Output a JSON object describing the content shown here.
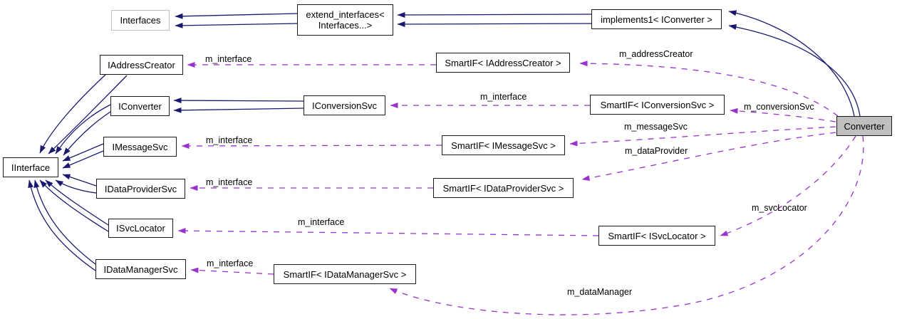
{
  "diagram": {
    "type": "doxygen-collaboration-graph",
    "colors": {
      "inheritance_edge": "#191970",
      "usage_edge": "#9a32cd",
      "node_border": "#1a1a1a",
      "template_node_border": "#bfbfbf",
      "current_node_fill": "#bfbfbf",
      "background": "#ffffff"
    },
    "nodes": {
      "interfaces": "Interfaces",
      "extend_interfaces_line1": "extend_interfaces<",
      "extend_interfaces_line2": "Interfaces...>",
      "implements1": "implements1< IConverter >",
      "iaddresscreator": "IAddressCreator",
      "smartif_iaddresscreator": "SmartIF< IAddressCreator >",
      "iconverter": "IConverter",
      "iconversionsvc": "IConversionSvc",
      "smartif_iconversionsvc": "SmartIF< IConversionSvc >",
      "imessagesvc": "IMessageSvc",
      "smartif_imessagesvc": "SmartIF< IMessageSvc >",
      "iinterface": "IInterface",
      "idataprovidersvc": "IDataProviderSvc",
      "smartif_idataprovidersvc": "SmartIF< IDataProviderSvc >",
      "isvclocator": "ISvcLocator",
      "smartif_isvclocator": "SmartIF< ISvcLocator >",
      "idatamanagersvc": "IDataManagerSvc",
      "smartif_idatamanagersvc": "SmartIF< IDataManagerSvc >",
      "converter": "Converter"
    },
    "edge_labels": {
      "m_interface": "m_interface",
      "m_addressCreator": "m_addressCreator",
      "m_conversionSvc": "m_conversionSvc",
      "m_messageSvc": "m_messageSvc",
      "m_dataProvider": "m_dataProvider",
      "m_svcLocator": "m_svcLocator",
      "m_dataManager": "m_dataManager"
    }
  }
}
